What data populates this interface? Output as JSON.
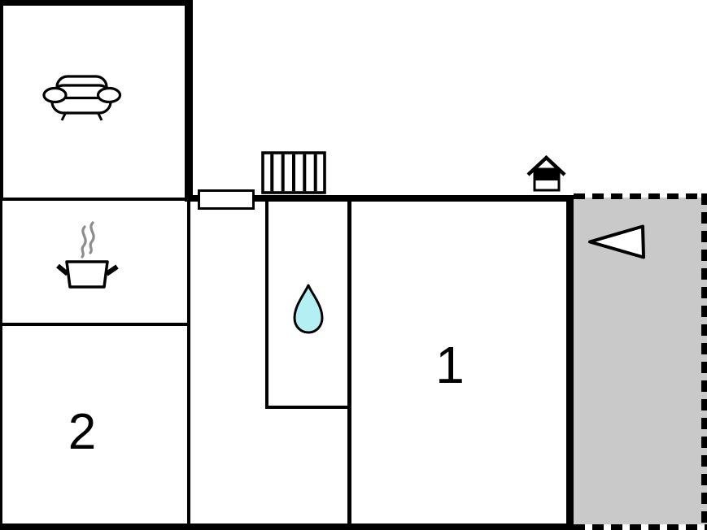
{
  "plan": {
    "type": "floor-plan"
  },
  "labels": {
    "room1": "1",
    "room2": "2"
  },
  "rooms": [
    {
      "name": "living-room",
      "icon": "sofa-icon"
    },
    {
      "name": "kitchen",
      "icon": "cooking-pot-icon"
    },
    {
      "name": "room-2",
      "label": "2"
    },
    {
      "name": "bathroom",
      "icon": "water-drop-icon"
    },
    {
      "name": "room-1",
      "label": "1"
    },
    {
      "name": "terrace",
      "icon": "arrow-left-icon"
    }
  ],
  "icons": [
    "sofa-icon",
    "cooking-pot-icon",
    "radiator-icon",
    "house-entrance-icon",
    "water-drop-icon",
    "arrow-left-icon",
    "window-marker"
  ],
  "colors": {
    "wall": "#000000",
    "background": "#ffffff",
    "terrace_fill": "#c9c9c9",
    "water_drop_fill": "#b4f0f3",
    "steam": "#8c8c8c"
  }
}
